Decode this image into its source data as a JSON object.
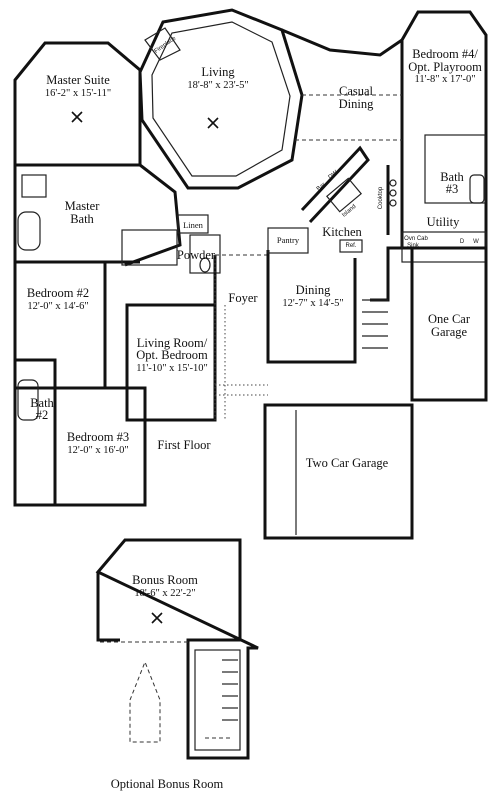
{
  "rooms": {
    "master_suite": {
      "name": "Master Suite",
      "size": "16'-2\" x 15'-11\""
    },
    "living": {
      "name": "Living",
      "size": "18'-8\" x 23'-5\""
    },
    "casual_dining": {
      "name_1": "Casual",
      "name_2": "Dining"
    },
    "bedroom4": {
      "name_1": "Bedroom #4/",
      "name_2": "Opt. Playroom",
      "size": "11'-8\" x 17'-0\""
    },
    "master_bath": {
      "name_1": "Master",
      "name_2": "Bath"
    },
    "linen": {
      "name": "Linen"
    },
    "powder": {
      "name": "Powder"
    },
    "pantry": {
      "name": "Pantry"
    },
    "kitchen": {
      "name": "Kitchen"
    },
    "island": {
      "name": "Island"
    },
    "bath3": {
      "name_1": "Bath",
      "name_2": "#3"
    },
    "utility": {
      "name": "Utility"
    },
    "bedroom2": {
      "name": "Bedroom #2",
      "size": "12'-0\" x 14'-6\""
    },
    "foyer": {
      "name": "Foyer"
    },
    "dining": {
      "name": "Dining",
      "size": "12'-7\" x 14'-5\""
    },
    "one_car_garage": {
      "name_1": "One Car",
      "name_2": "Garage"
    },
    "living_room": {
      "name_1": "Living Room/",
      "name_2": "Opt. Bedroom",
      "size": "11'-10\" x 15'-10\""
    },
    "bath2": {
      "name_1": "Bath",
      "name_2": "#2"
    },
    "bedroom3": {
      "name": "Bedroom #3",
      "size": "12'-0\" x 16'-0\""
    },
    "two_car_garage": {
      "name": "Two Car Garage"
    },
    "bonus_room": {
      "name": "Bonus Room",
      "size": "18'-6\" x 22'-2\""
    }
  },
  "fixtures": {
    "fireplace": "Fireplace",
    "refrigerator": "Ref.",
    "cooktop": "Cooktop",
    "bar": "Bar",
    "dw": "DW",
    "sink": "Sink",
    "oven_cab": "Ovn Cab",
    "dryer": "D",
    "washer": "W"
  },
  "labels": {
    "first_floor": "First Floor",
    "optional_bonus_room": "Optional Bonus Room"
  }
}
